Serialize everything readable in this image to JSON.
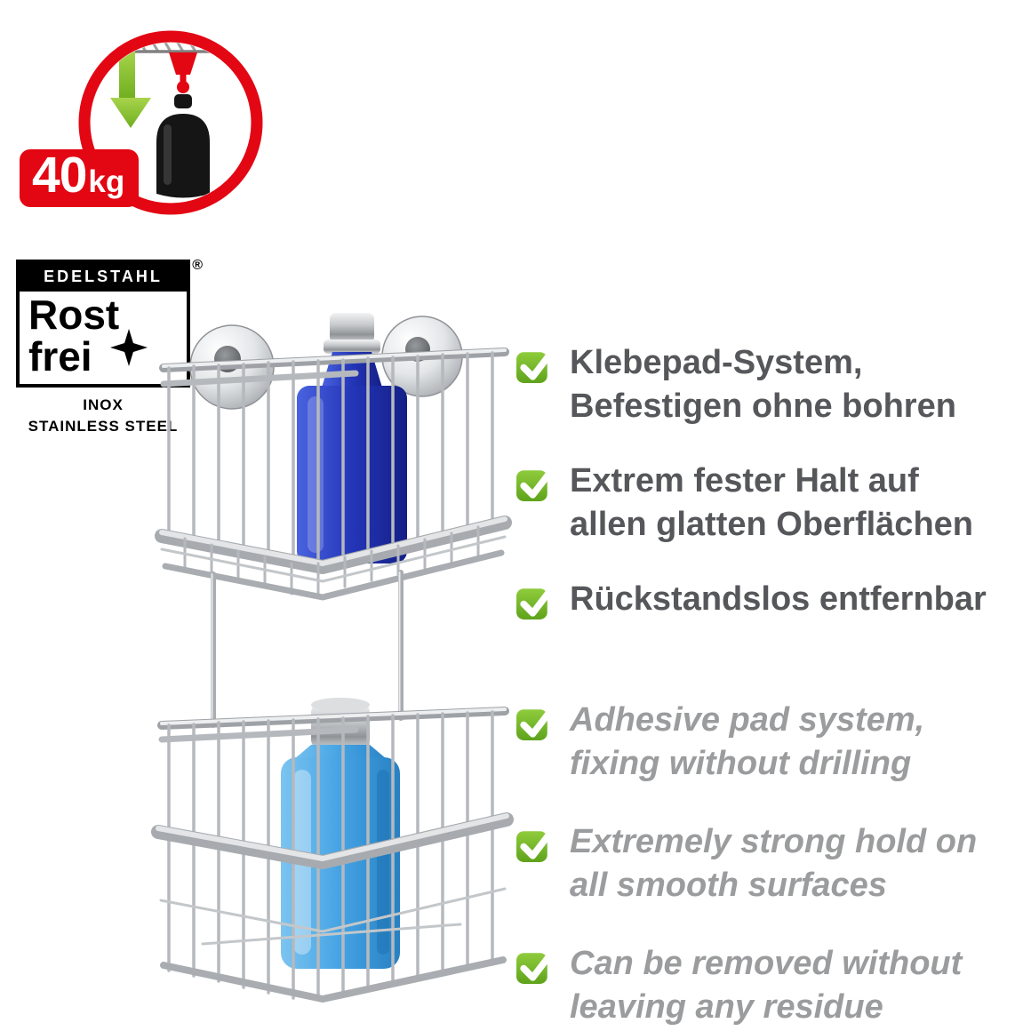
{
  "capacity_badge": {
    "value": "40",
    "unit": "kg"
  },
  "steel_logo": {
    "header": "EDELSTAHL",
    "word_top": "Rost",
    "word_bottom": "frei",
    "registered_mark": "®",
    "caption_line1": "INOX",
    "caption_line2": "STAINLESS STEEL"
  },
  "features_de": [
    "Klebepad-System,\nBefestigen ohne bohren",
    "Extrem fester Halt auf\nallen glatten Oberflächen",
    "Rückstandslos entfernbar"
  ],
  "features_en": [
    "Adhesive pad system,\nfixing without drilling",
    "Extremely strong hold on\nall smooth surfaces",
    "Can be removed without\nleaving any residue"
  ],
  "icons": {
    "bullet": "green-check-icon",
    "badge": "weight-hanging-from-ceiling-mount-icon",
    "logo_star": "four-point-star-icon",
    "product_photo": "two-tier-chrome-corner-shower-caddy-with-blue-bottles"
  },
  "colors": {
    "accent_red": "#e30613",
    "check_green": "#76b82a",
    "arrow_green": "#84bc34",
    "text_german": "#56575a",
    "text_english": "#9b9c9e",
    "chrome": "#b5b9bd",
    "bottle_dark_blue": "#2a3cbe",
    "bottle_light_blue": "#45a3e4"
  }
}
